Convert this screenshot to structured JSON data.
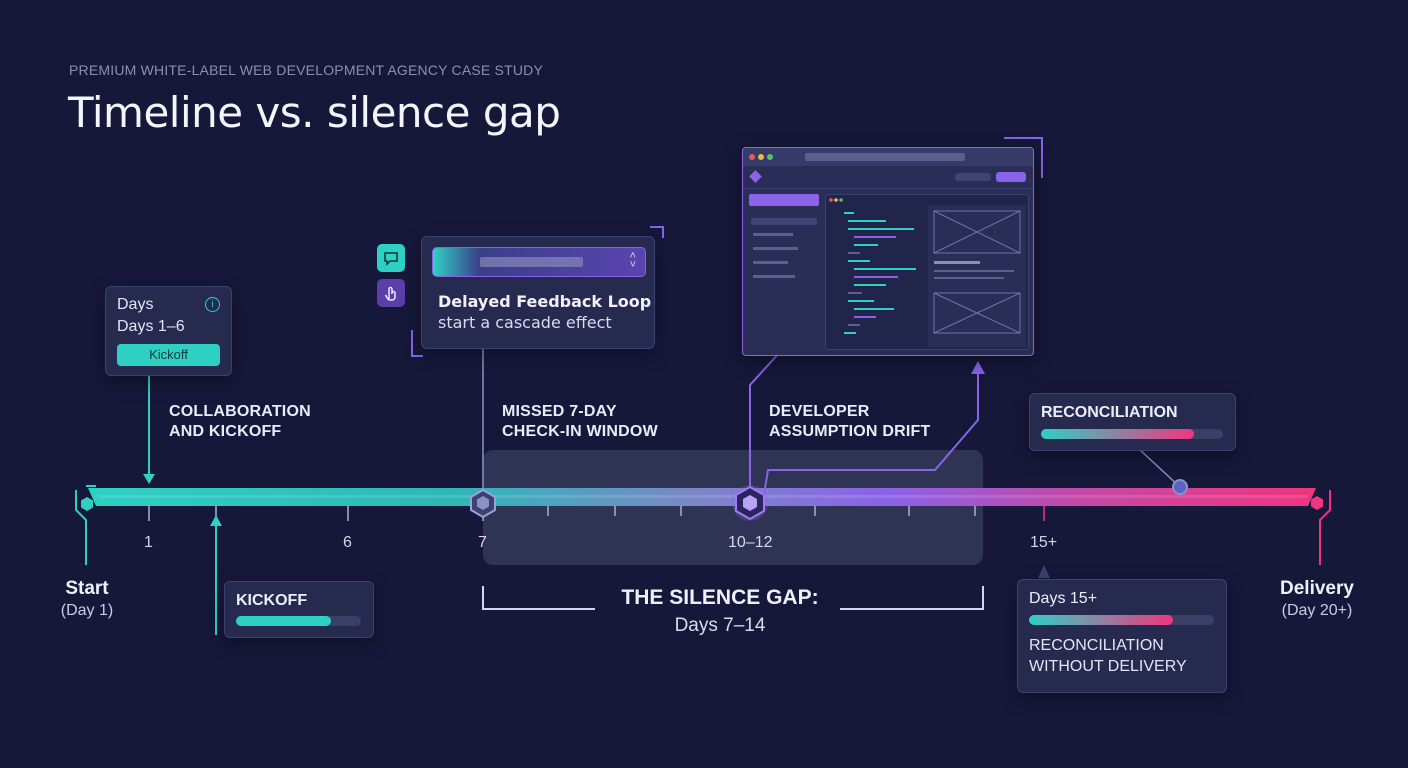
{
  "header": {
    "eyebrow": "PREMIUM WHITE-LABEL WEB DEVELOPMENT AGENCY CASE STUDY",
    "title": "Timeline vs. silence gap"
  },
  "colors": {
    "teal": "#2fd0c4",
    "purple": "#8a63e8",
    "pink": "#f0357e",
    "background": "#16183a"
  },
  "kickoff_card": {
    "line1": "Days",
    "line2": "Days 1–6",
    "button": "Kickoff"
  },
  "feedback_card": {
    "title": "Delayed Feedback Loop",
    "subtitle": "start a cascade effect"
  },
  "side_icons": [
    "chat-icon",
    "hand-pointer-icon"
  ],
  "phases": {
    "collab": [
      "COLLABORATION",
      "AND KICKOFF"
    ],
    "missed": [
      "MISSED 7-DAY",
      "CHECK-IN WINDOW"
    ],
    "drift": [
      "DEVELOPER",
      "ASSUMPTION DRIFT"
    ]
  },
  "reconciliation_card": {
    "title": "RECONCILIATION",
    "progress": 0.84
  },
  "kickoff_lower_card": {
    "title": "KICKOFF",
    "progress": 0.76
  },
  "ticks": [
    "1",
    "6",
    "7",
    "10–12",
    "15+"
  ],
  "start": {
    "label": "Start",
    "sub": "(Day 1)"
  },
  "delivery": {
    "label": "Delivery",
    "sub": "(Day 20+)"
  },
  "silence_gap": {
    "title": "THE SILENCE GAP:",
    "sub": "Days 7–14"
  },
  "days15_card": {
    "title": "Days 15+",
    "progress": 0.78,
    "line1": "RECONCILIATION",
    "line2": "WITHOUT DELIVERY"
  }
}
